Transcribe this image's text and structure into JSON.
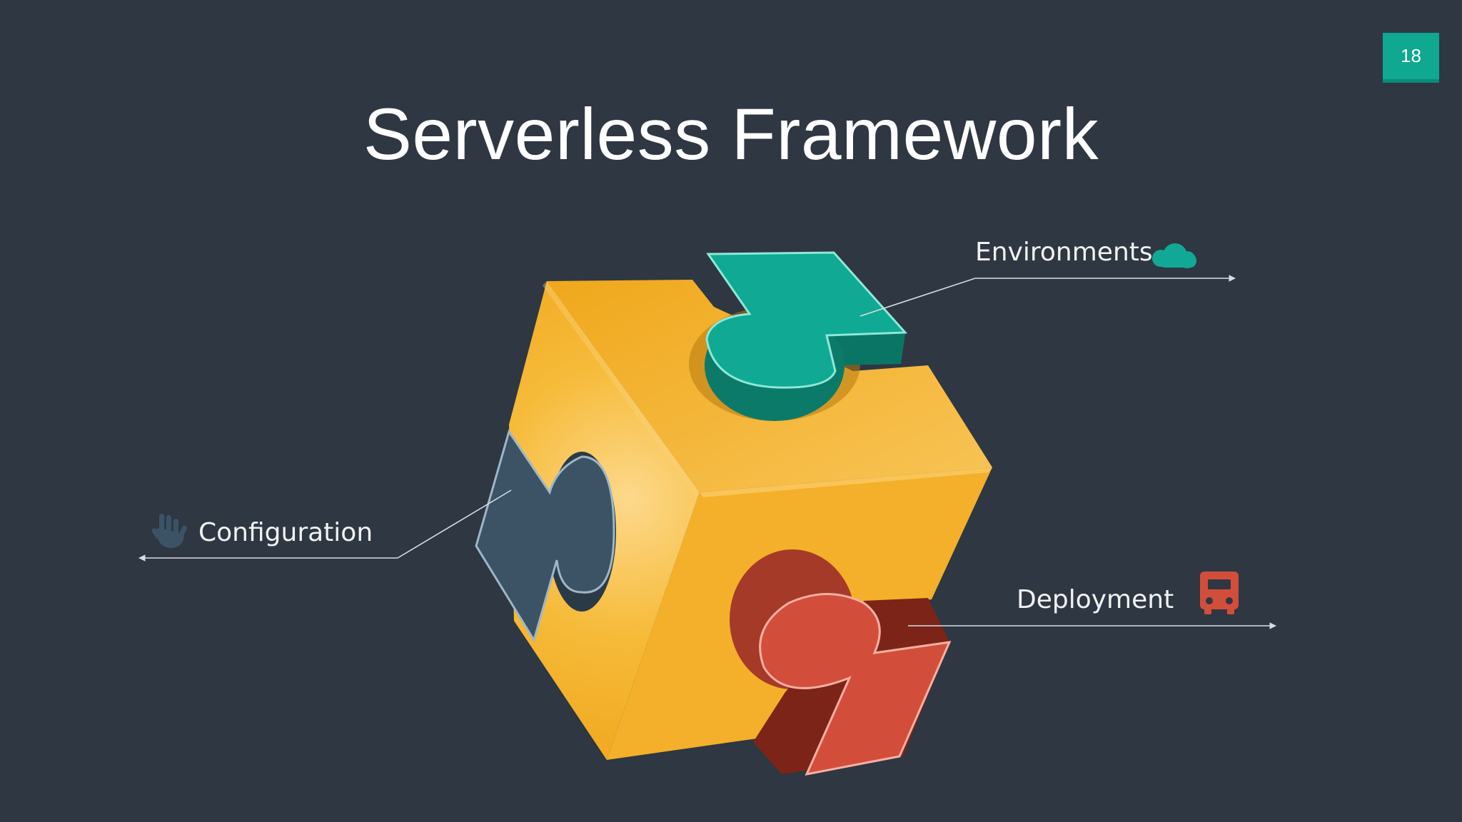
{
  "slide": {
    "page_number": "18",
    "title": "Serverless Framework",
    "background": "#2e3742",
    "accent": "#0fa890"
  },
  "diagram": {
    "center": {
      "icon": "puzzle-cube",
      "color": "#f5b324"
    },
    "pieces": [
      {
        "label": "Environments",
        "icon": "cloud-icon",
        "color": "#12a896"
      },
      {
        "label": "Configuration",
        "icon": "hand-icon",
        "color": "#3c5366"
      },
      {
        "label": "Deployment",
        "icon": "truck-icon",
        "color": "#d24e3b"
      }
    ]
  }
}
